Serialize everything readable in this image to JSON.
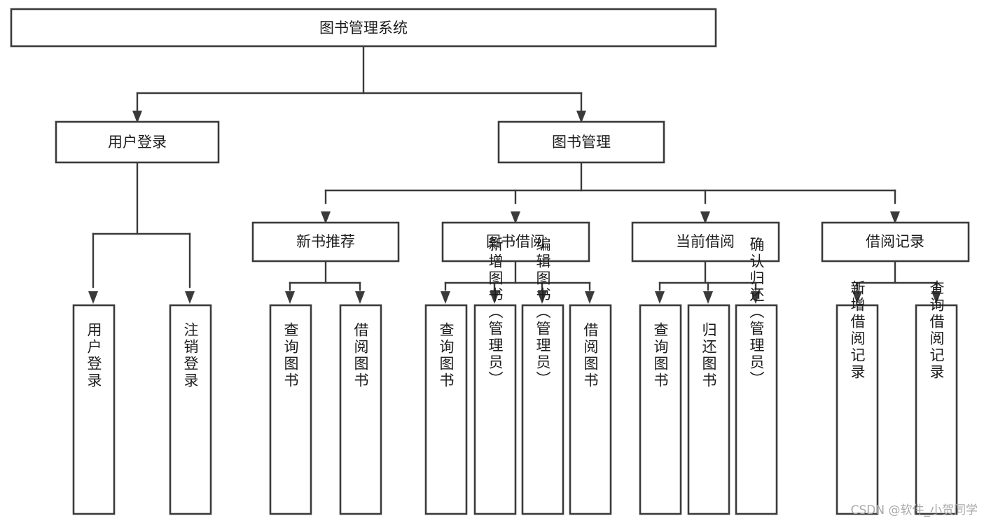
{
  "diagram": {
    "type": "tree",
    "orientation": "top-down",
    "title": "图书管理系统",
    "root": {
      "id": "root",
      "label": "图书管理系统"
    },
    "level1": [
      {
        "id": "user-login",
        "label": "用户登录"
      },
      {
        "id": "book-manage",
        "label": "图书管理"
      }
    ],
    "level2": [
      {
        "id": "new-book-recommend",
        "label": "新书推荐",
        "parent": "book-manage"
      },
      {
        "id": "book-borrow",
        "label": "图书借阅",
        "parent": "book-manage"
      },
      {
        "id": "current-borrow",
        "label": "当前借阅",
        "parent": "book-manage"
      },
      {
        "id": "borrow-record",
        "label": "借阅记录",
        "parent": "book-manage"
      }
    ],
    "leaves": [
      {
        "id": "leaf-user-login",
        "label": "用户登录",
        "parent": "user-login"
      },
      {
        "id": "leaf-logout-login",
        "label": "注销登录",
        "parent": "user-login"
      },
      {
        "id": "leaf-query-book-1",
        "label": "查询图书",
        "parent": "new-book-recommend"
      },
      {
        "id": "leaf-borrow-book-1",
        "label": "借阅图书",
        "parent": "new-book-recommend"
      },
      {
        "id": "leaf-query-book-2",
        "label": "查询图书",
        "parent": "book-borrow"
      },
      {
        "id": "leaf-add-book",
        "label": "新增图书（管理员）",
        "parent": "book-borrow"
      },
      {
        "id": "leaf-edit-book",
        "label": "编辑图书（管理员）",
        "parent": "book-borrow"
      },
      {
        "id": "leaf-borrow-book-2",
        "label": "借阅图书",
        "parent": "book-borrow"
      },
      {
        "id": "leaf-query-book-3",
        "label": "查询图书",
        "parent": "current-borrow"
      },
      {
        "id": "leaf-return-book",
        "label": "归还图书",
        "parent": "current-borrow"
      },
      {
        "id": "leaf-confirm-return",
        "label": "确认归还（管理员）",
        "parent": "current-borrow"
      },
      {
        "id": "leaf-add-record",
        "label": "新增借阅记录",
        "parent": "borrow-record"
      },
      {
        "id": "leaf-query-record",
        "label": "查询借阅记录",
        "parent": "borrow-record"
      }
    ],
    "colors": {
      "background": "#ffffff",
      "node_fill": "#ffffff",
      "node_stroke": "#3a3a3a",
      "edge": "#3a3a3a",
      "text": "#1c1c1c",
      "watermark": "#a8a8a8"
    }
  },
  "watermark": {
    "text": "CSDN @软件_小贺同学"
  }
}
